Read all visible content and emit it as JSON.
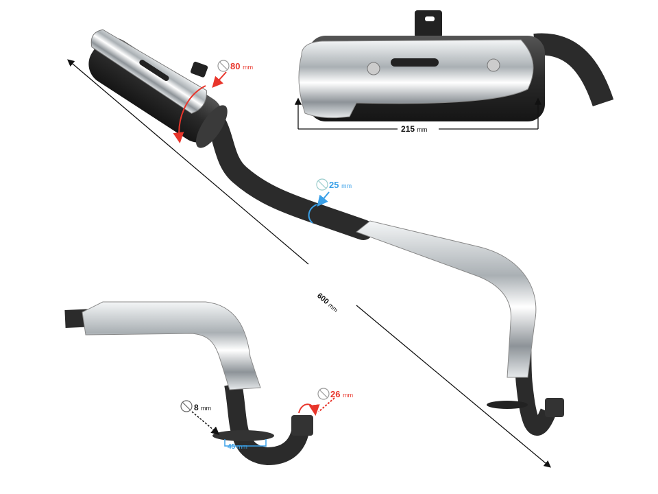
{
  "colors": {
    "red_dimension": "#e8352b",
    "blue_dimension": "#3aa0e8",
    "black_dimension": "#111111",
    "pipe": "#2e2e2e",
    "chrome": "#d9dde0"
  },
  "dimensions": {
    "muffler_diameter": {
      "value": "80",
      "unit": "mm"
    },
    "pipe_diameter": {
      "value": "25",
      "unit": "mm"
    },
    "total_length": {
      "value": "600",
      "unit": "mm"
    },
    "muffler_cover_length": {
      "value": "215",
      "unit": "mm"
    },
    "flange_hole_diameter": {
      "value": "8",
      "unit": "mm"
    },
    "flange_hole_spacing": {
      "value": "45",
      "unit": "mm"
    },
    "outlet_diameter": {
      "value": "26",
      "unit": "mm"
    }
  },
  "icons": {
    "diameter_symbol": "diameter-icon"
  }
}
